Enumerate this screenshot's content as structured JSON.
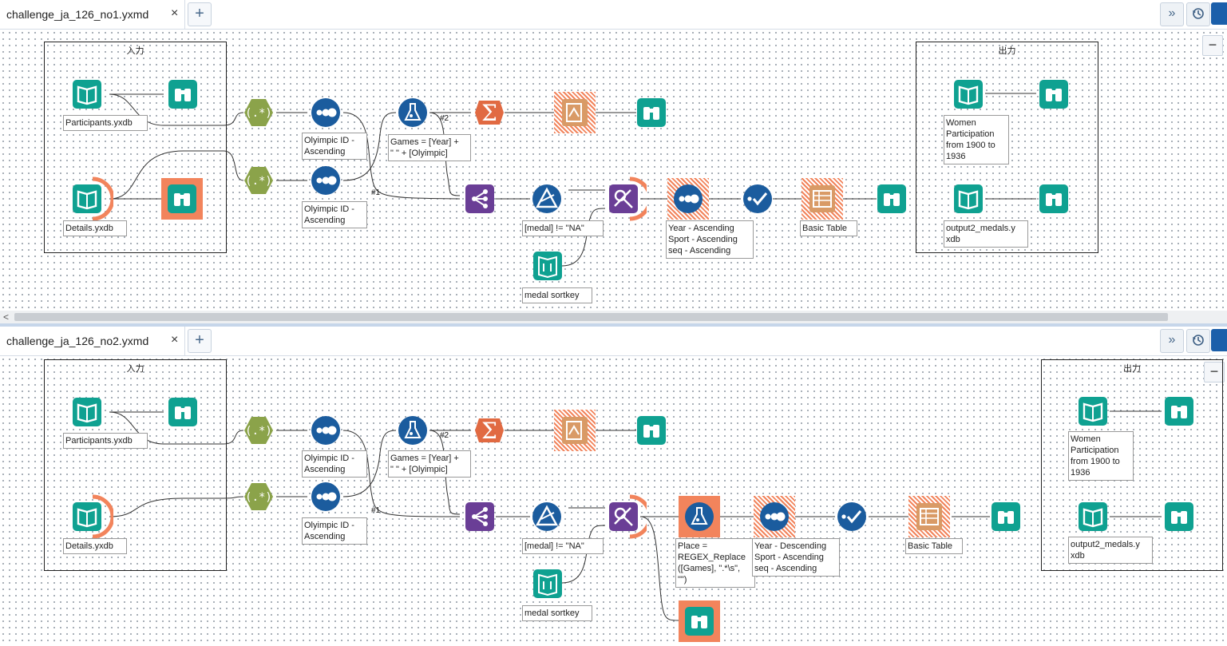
{
  "workflows": [
    {
      "tab_title": "challenge_ja_126_no1.yxmd",
      "input_box_title": "入力",
      "output_box_title": "出力",
      "annotations": {
        "participants": "Participants.yxdb",
        "details": "Details.yxdb",
        "sort1": "Olyimpic ID -\nAscending",
        "sort2": "Olyimpic ID -\nAscending",
        "formula": "Games = [Year] +\n\" \" + [Olyimpic]",
        "filter": "[medal] != \"NA\"",
        "sortkey": "medal sortkey",
        "sort3": "Year - Ascending\nSport - Ascending\nseq - Ascending",
        "table": "Basic Table",
        "women": "Women\nParticipation\nfrom 1900 to\n1936",
        "medals": "output2_medals.y\nxdb"
      },
      "wire_labels": {
        "join_left": "#1",
        "join_right": "#2"
      }
    },
    {
      "tab_title": "challenge_ja_126_no2.yxmd",
      "input_box_title": "入力",
      "output_box_title": "出力",
      "annotations": {
        "participants": "Participants.yxdb",
        "details": "Details.yxdb",
        "sort1": "Olyimpic ID -\nAscending",
        "sort2": "Olyimpic ID -\nAscending",
        "formula": "Games = [Year] +\n\" \" + [Olyimpic]",
        "filter": "[medal] != \"NA\"",
        "sortkey": "medal sortkey",
        "place": "Place =\nREGEX_Replace\n([Games], \".*\\s\",\n\"\")",
        "sort3": "Year - Descending\nSport - Ascending\nseq - Ascending",
        "table": "Basic Table",
        "women": "Women\nParticipation\nfrom 1900 to\n1936",
        "medals": "output2_medals.y\nxdb"
      },
      "wire_labels": {
        "join_left": "#1",
        "join_right": "#2"
      }
    }
  ],
  "toolbar": {
    "expand_label": "»",
    "history_icon": "history-icon",
    "add_tab_label": "+",
    "close_tab_label": "×",
    "zoom_out_label": "−"
  },
  "icons": {
    "input": "input-data-icon",
    "browse": "browse-icon",
    "regex": "regex-icon",
    "sort": "sort-icon",
    "formula": "formula-icon",
    "summarize": "summarize-icon",
    "report": "report-icon",
    "join": "join-multiple-icon",
    "filter": "filter-icon",
    "find_replace": "find-replace-icon",
    "select_records": "select-records-icon",
    "table": "basic-table-icon",
    "text_input": "text-input-icon"
  },
  "colors": {
    "teal": "#0fa191",
    "olive": "#8ba34a",
    "blue": "#1b5c9e",
    "formula_blue": "#1b5c9e",
    "summarize_orange": "#e16a42",
    "report_tan": "#d99a66",
    "purple": "#6a3e96",
    "highlight": "#f2845c",
    "anchor_green": "#b9d866"
  }
}
